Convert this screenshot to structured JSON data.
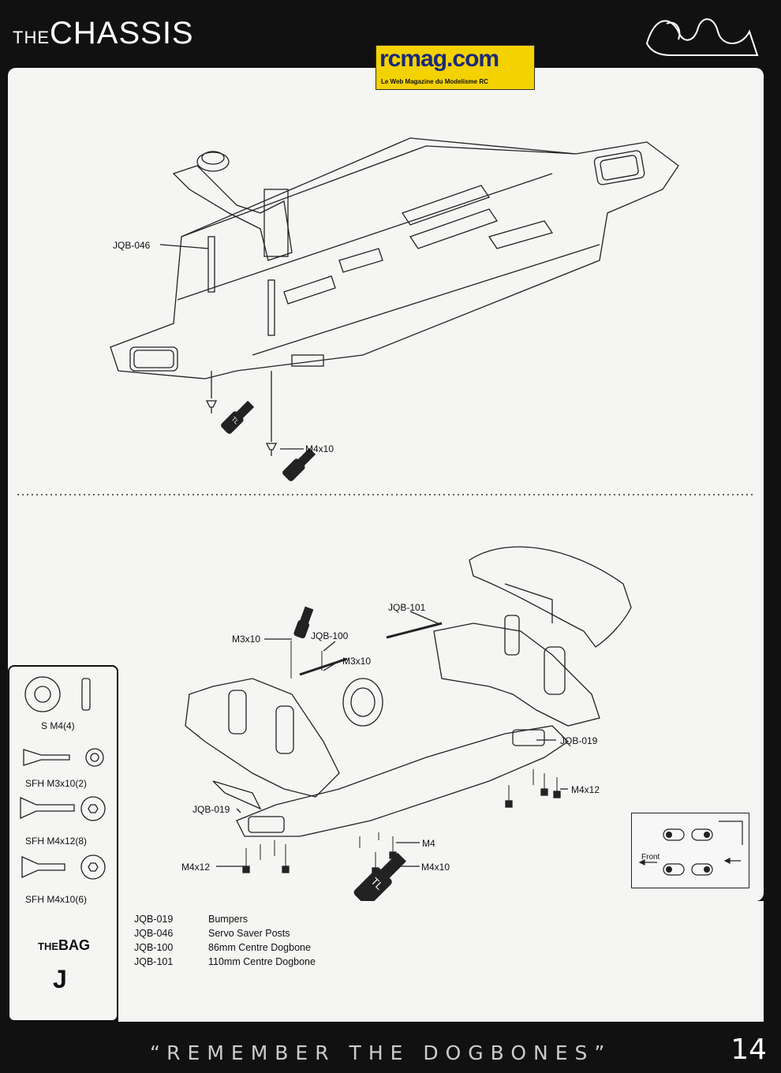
{
  "header": {
    "title_prefix": "THE",
    "title": "CHASSIS"
  },
  "watermark": {
    "site": "rcmag.com",
    "tagline": "Le Web Magazine du Modelisme RC"
  },
  "upper_callouts": {
    "servo_saver": "JQB-046",
    "screw": "M4x10",
    "tool": "TL"
  },
  "lower_callouts": {
    "dogbone_110": "JQB-101",
    "screw_m3_left": "M3x10",
    "dogbone_86": "JQB-100",
    "screw_m3_right": "M3x10",
    "bumper_rear": "JQB-019",
    "screw_m4x12_right": "M4x12",
    "bumper_front": "JQB-019",
    "nut_m4": "M4",
    "screw_m4x12_left": "M4x12",
    "screw_m4x10": "M4x10",
    "tool": "TL",
    "front_label": "Front"
  },
  "bag": {
    "title_prefix": "THE",
    "title": "BAG",
    "letter": "J",
    "items": [
      {
        "label": "S M4(4)"
      },
      {
        "label": "SFH M3x10(2)"
      },
      {
        "label": "SFH M4x12(8)"
      },
      {
        "label": "SFH M4x10(6)"
      }
    ]
  },
  "parts": [
    {
      "code": "JQB-019",
      "desc": "Bumpers"
    },
    {
      "code": "JQB-046",
      "desc": "Servo Saver Posts"
    },
    {
      "code": "JQB-100",
      "desc": "86mm Centre Dogbone"
    },
    {
      "code": "JQB-101",
      "desc": "110mm Centre Dogbone"
    }
  ],
  "footer": {
    "slogan": "“REMEMBER THE DOGBONES”",
    "page": "14"
  }
}
